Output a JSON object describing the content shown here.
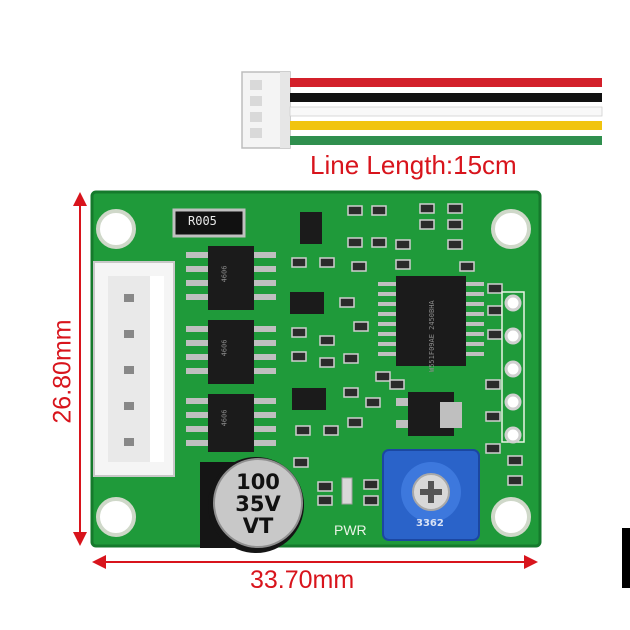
{
  "annotations": {
    "line_length": "Line Length:15cm",
    "width": "33.70mm",
    "height": "26.80mm"
  },
  "board": {
    "resistor_label": "R005",
    "capacitor_lines": [
      "100",
      "35V",
      "VT"
    ],
    "pwr_label": "PWR",
    "trimpot_label": "3362",
    "chip_labels": {
      "mosfet": "4606",
      "controller": "W551F09AE 2450BHA"
    }
  },
  "colors": {
    "board_green": "#1f9a3a",
    "annotation_red": "#d8141c",
    "wires": [
      "#d3202a",
      "#111111",
      "#f5f5f5",
      "#f1c40f",
      "#2f8f4e"
    ]
  }
}
